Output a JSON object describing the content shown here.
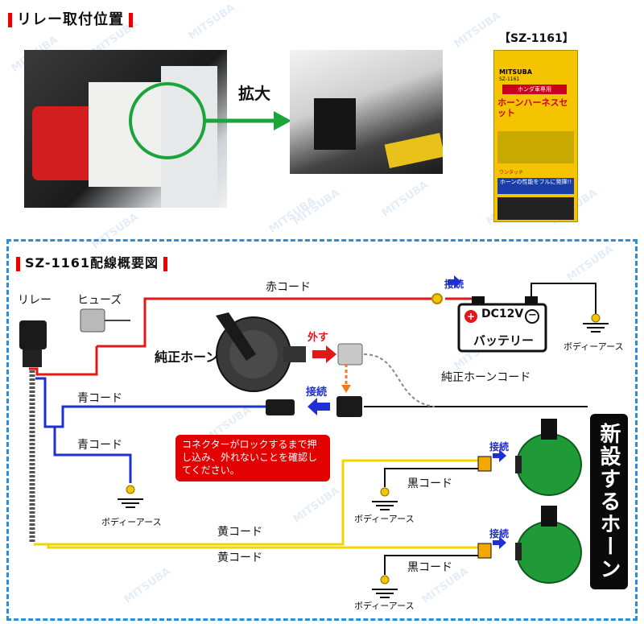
{
  "header": {
    "title": "リレー取付位置"
  },
  "zoom_label": "拡大",
  "product": {
    "code_label": "【SZ-1161】",
    "package": {
      "brand": "MITSUBA",
      "model": "SZ-1161",
      "subtitle": "ホンダ車専用",
      "name": "ホーンハーネスセット",
      "badge": "ワンタッチ",
      "slogan": "ホーンの性能をフルに発揮!!"
    }
  },
  "diagram": {
    "title": "SZ-1161配線概要図",
    "labels": {
      "relay": "リレー",
      "fuse": "ヒューズ",
      "red_cord": "赤コード",
      "genuine_horn": "純正ホーン",
      "remove": "外す",
      "genuine_horn_cord": "純正ホーンコード",
      "blue_cord_1": "青コード",
      "blue_cord_2": "青コード",
      "connect": "接続",
      "battery_voltage": "DC12V",
      "battery": "バッテリー",
      "body_earth": "ボディーアース",
      "black_cord": "黒コード",
      "yellow_cord": "黄コード",
      "plus": "+",
      "minus": "−"
    },
    "callout": "コネクターがロックするまで押し込み、外れないことを確認してください。",
    "new_horn_label": "新設するホーン"
  },
  "watermark": "MITSUBA",
  "colors": {
    "red_wire": "#e01818",
    "blue_wire": "#1f2fd0",
    "yellow_wire": "#f2d400",
    "black_wire": "#111111",
    "frame": "#2a8fd6",
    "horn_green": "#1f9a36"
  }
}
